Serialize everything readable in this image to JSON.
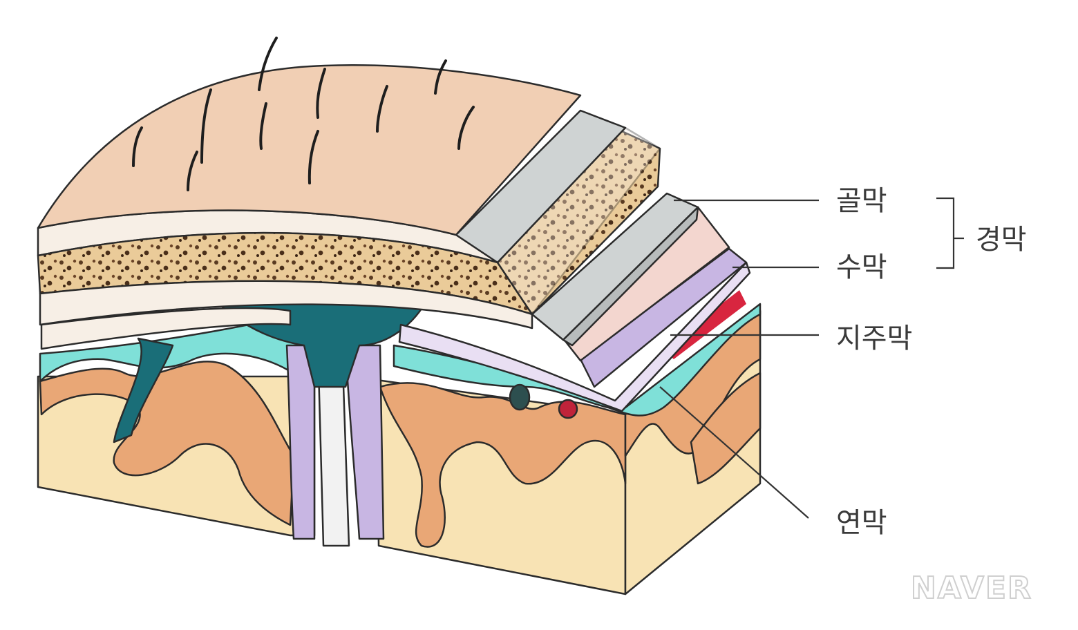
{
  "labels": {
    "periosteal": "골막",
    "meningeal": "수막",
    "dura_group": "경막",
    "arachnoid": "지주막",
    "pia": "연막"
  },
  "watermark": "NAVER",
  "colors": {
    "scalp": "#f1cfb4",
    "bone": "#eacb99",
    "dura": "#cfd3d3",
    "arachnoid": "#c8b6e3",
    "csf": "#7fe0d8",
    "sinus": "#1a6e78",
    "gray_matter": "#e9a776",
    "white_matter": "#f8e3b4"
  }
}
